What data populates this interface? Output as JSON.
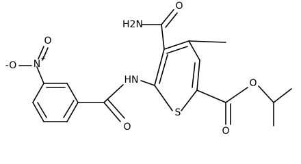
{
  "labels": {
    "amide_nh2": "H2N",
    "amide_o": "O",
    "ester_o_carbonyl": "O",
    "ester_o_single": "O",
    "ring_s": "S",
    "amide_nh": "HN",
    "benzamide_o": "O",
    "nitro_n": "N",
    "nitro_plus": "+",
    "nitro_o_top": "O",
    "nitro_o_minus": "-O"
  }
}
